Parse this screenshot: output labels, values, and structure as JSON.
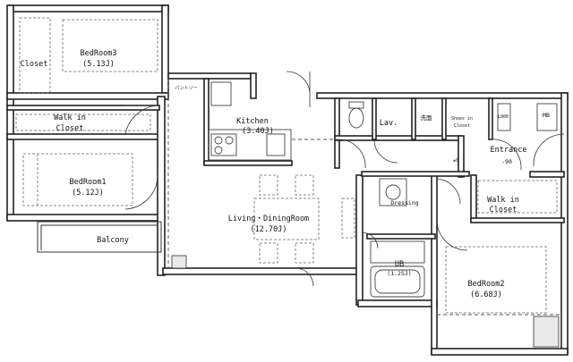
{
  "rooms": {
    "bedroom3": {
      "name": "BedRoom3",
      "area": "(5.13J)"
    },
    "closet": {
      "name": "Closet"
    },
    "walkin1": {
      "line1": "Walk in",
      "line2": "Closet"
    },
    "bedroom1": {
      "name": "BedRoom1",
      "area": "(5.12J)"
    },
    "balcony": {
      "name": "Balcony"
    },
    "kitchen": {
      "name": "Kitchen",
      "area": "(3.40J)"
    },
    "living": {
      "name": "Living・DiningRoom",
      "area": "(12.70J)"
    },
    "lav": {
      "name": "Lav."
    },
    "wc": {
      "name": "洗面"
    },
    "shoes": {
      "line1": "Shoes in",
      "line2": "Closet"
    },
    "entrance": {
      "name": "Entrance",
      "level": "-90"
    },
    "dressing": {
      "name": "Dressing"
    },
    "ub": {
      "name": "UB",
      "area": "(1.25J)"
    },
    "walkin2": {
      "line1": "Walk in",
      "line2": "Closet"
    },
    "bedroom2": {
      "name": "BedRoom2",
      "area": "(6.68J)"
    }
  },
  "marks": {
    "mb": "MB",
    "pantry": "パントリー",
    "lh": "L900",
    "step": "±0"
  }
}
